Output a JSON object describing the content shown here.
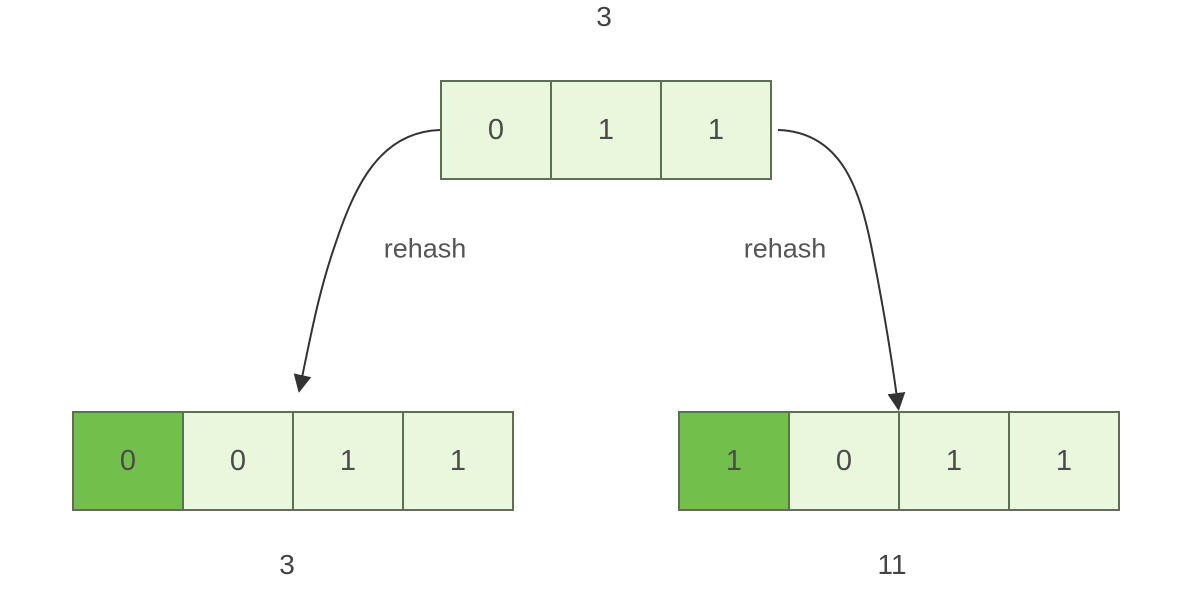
{
  "original": {
    "title_value": "3",
    "bits": [
      "0",
      "1",
      "1"
    ]
  },
  "left_branch": {
    "arrow_label": "rehash",
    "bits": [
      "0",
      "0",
      "1",
      "1"
    ],
    "result_value": "3"
  },
  "right_branch": {
    "arrow_label": "rehash",
    "bits": [
      "1",
      "0",
      "1",
      "1"
    ],
    "result_value": "11"
  },
  "colors": {
    "cell_fill": "#e9f8dc",
    "new_bit_fill": "#72bf4b",
    "cell_border": "#5f6f55",
    "arrow": "#333333"
  }
}
